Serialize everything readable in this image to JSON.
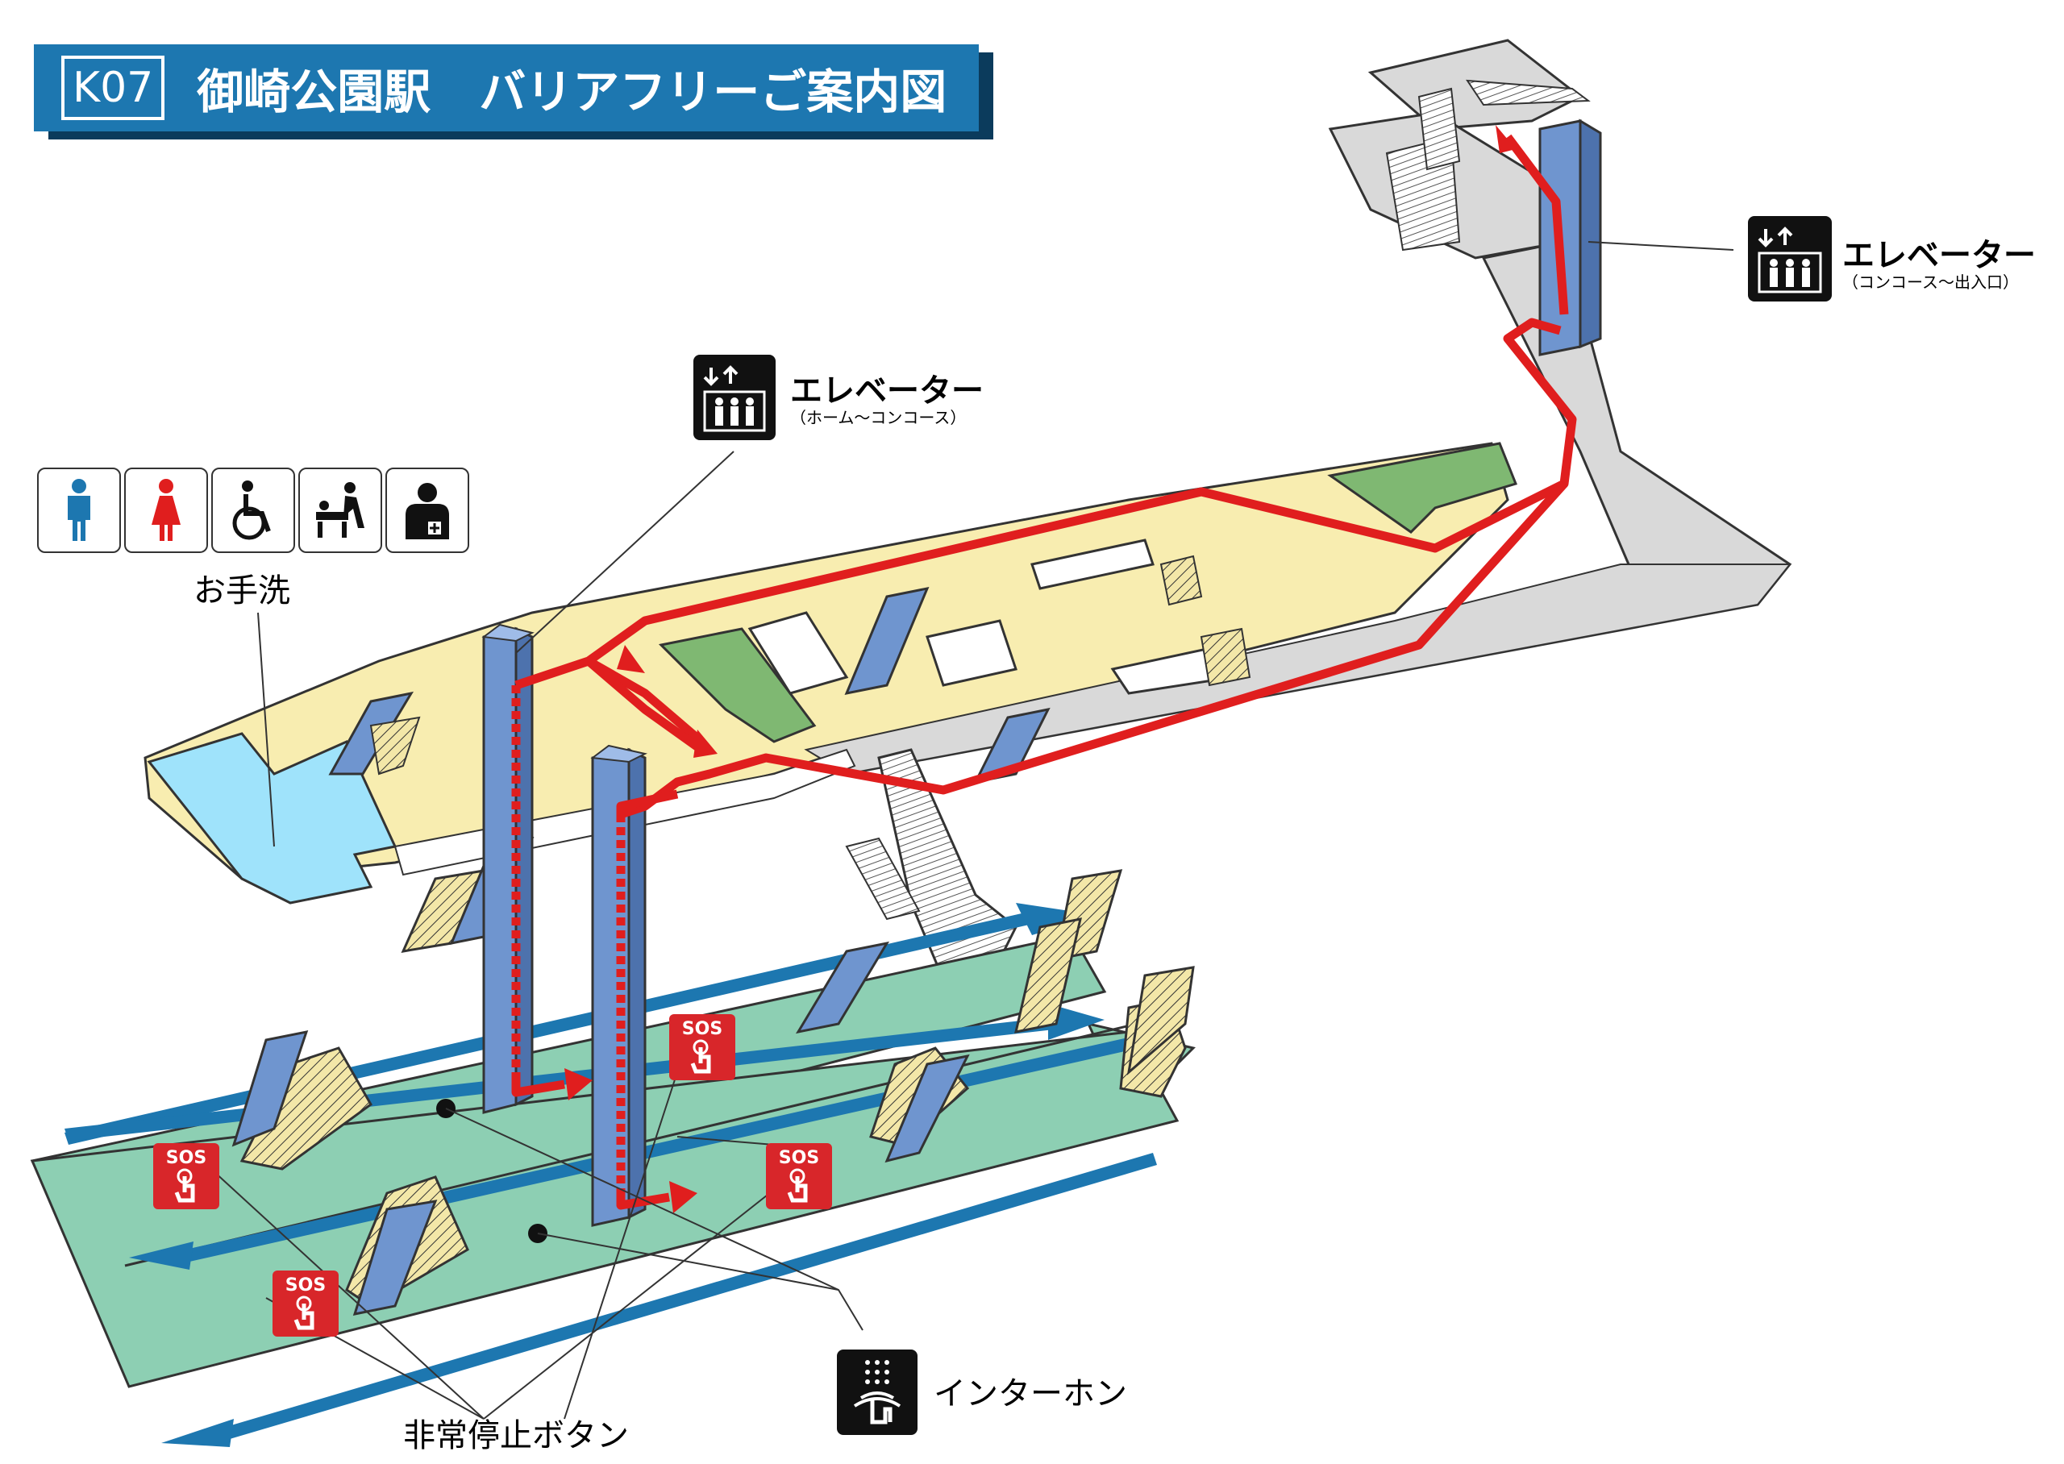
{
  "header": {
    "station_code": "K07",
    "station_name": "御崎公園駅",
    "map_title": "バリアフリーご案内図"
  },
  "elevators": {
    "platform_concourse": {
      "title": "エレベーター",
      "subtitle": "（ホーム～コンコース）",
      "icon": "elevator-icon"
    },
    "concourse_exit": {
      "title": "エレベーター",
      "subtitle": "（コンコース～出入口）",
      "icon": "elevator-icon"
    }
  },
  "restroom": {
    "label": "お手洗",
    "icons": [
      "men-icon",
      "women-icon",
      "wheelchair-icon",
      "baby-changing-icon",
      "ostomate-icon"
    ]
  },
  "sos_button": {
    "badge_text": "SOS",
    "caption": "非常停止ボタン"
  },
  "intercom": {
    "caption": "インターホン",
    "icon": "intercom-icon"
  },
  "colors": {
    "title_bar": "#1d77b0",
    "route": "#e01e1e",
    "elevator": "#6f95cf",
    "concourse": "#f8edb0",
    "platform": "#8dcfb3",
    "restroom_area": "#9fe3fb",
    "green_area": "#7fb872",
    "track_arrow": "#1d77b0",
    "sos": "#d8262a"
  }
}
